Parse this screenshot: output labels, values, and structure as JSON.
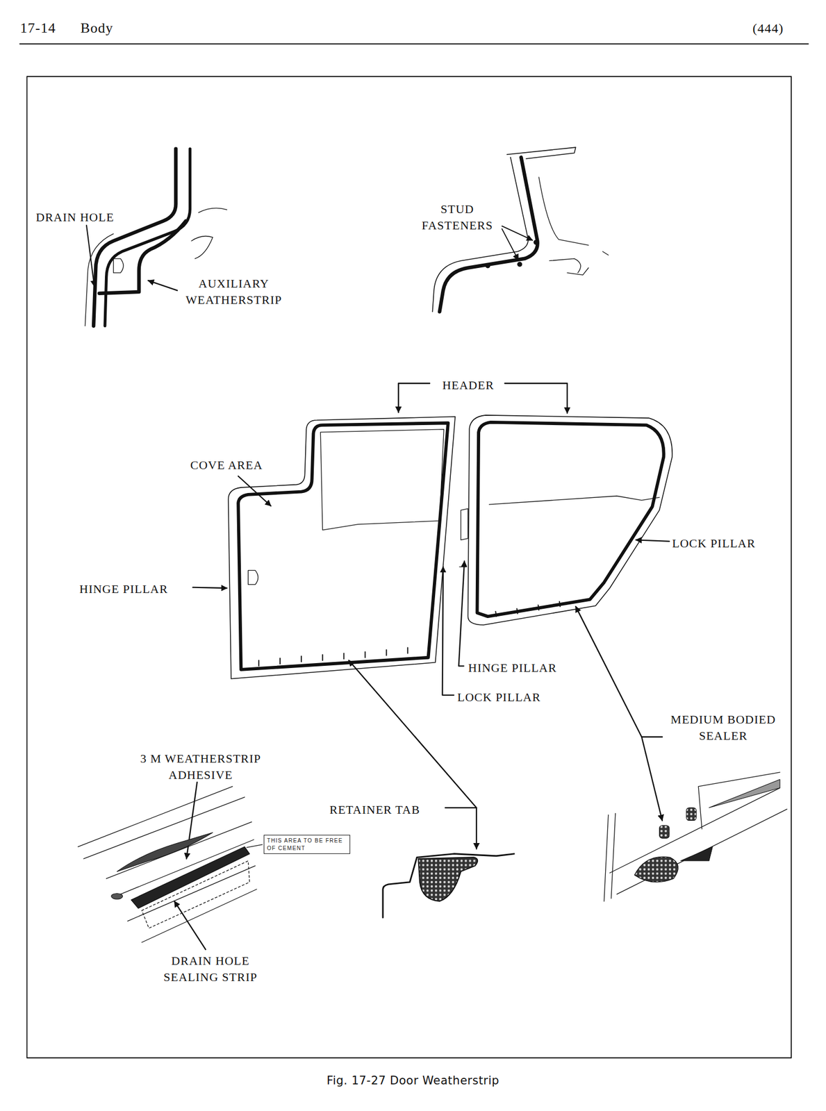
{
  "diagram": {
    "caption": "Fig. 17-27 Door Weatherstrip",
    "nodes": [
      {
        "text": [
          "THIS AREA TO BE FREE OF CEMENT"
        ]
      }
    ],
    "labels": [
      "17-14",
      "Body",
      "(444)",
      "DRAIN HOLE",
      "AUXILIARY WEATHERSTRIP",
      "STUD FASTENERS",
      "HEADER",
      "COVE AREA",
      "LOCK PILLAR",
      "HINGE PILLAR",
      "HINGE PILLAR",
      "LOCK PILLAR",
      "MEDIUM BODIED SEALER",
      "3 M WEATHERSTRIP ADHESIVE",
      "RETAINER TAB",
      "DRAIN HOLE SEALING STRIP"
    ]
  }
}
